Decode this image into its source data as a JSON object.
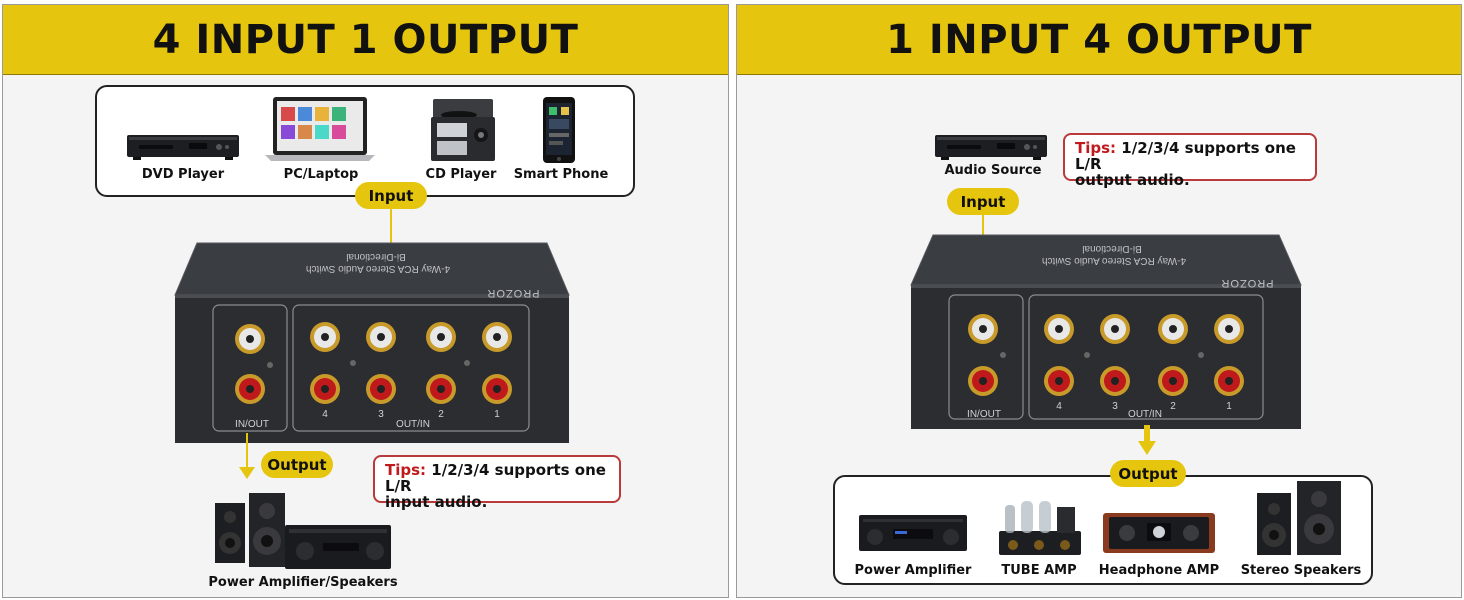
{
  "left_panel": {
    "title": "4 INPUT 1 OUTPUT",
    "sources": [
      {
        "label": "DVD Player",
        "icon": "dvd-player-icon"
      },
      {
        "label": "PC/Laptop",
        "icon": "laptop-icon"
      },
      {
        "label": "CD Player",
        "icon": "cd-player-icon"
      },
      {
        "label": "Smart Phone",
        "icon": "smartphone-icon"
      }
    ],
    "input_label": "Input",
    "output_label": "Output",
    "tip_key": "Tips:",
    "tip_line1": "1/2/3/4 supports one L/R",
    "tip_line2": "input audio.",
    "destination_label": "Power Amplifier/Speakers"
  },
  "right_panel": {
    "title": "1 INPUT 4 OUTPUT",
    "source_label": "Audio Source",
    "input_label": "Input",
    "output_label": "Output",
    "tip_key": "Tips:",
    "tip_line1": "1/2/3/4 supports one L/R",
    "tip_line2": "output audio.",
    "destinations": [
      {
        "label": "Power Amplifier",
        "icon": "amplifier-icon"
      },
      {
        "label": "TUBE AMP",
        "icon": "tube-amp-icon"
      },
      {
        "label": "Headphone AMP",
        "icon": "headphone-amp-icon"
      },
      {
        "label": "Stereo Speakers",
        "icon": "speakers-icon"
      }
    ]
  },
  "switch_device": {
    "brand": "PROZOR",
    "top_line1": "Bi-Directional",
    "top_line2": "4-Way RCA Stereo Audio Switch",
    "in_out_label": "IN/OUT",
    "out_in_label": "OUT/IN",
    "port_numbers": [
      "4",
      "3",
      "2",
      "1"
    ]
  },
  "colors": {
    "banner": "#e5c50e",
    "tip_border": "#b83a3a",
    "tip_key": "#c0191c",
    "device_body": "#2b2d30"
  }
}
